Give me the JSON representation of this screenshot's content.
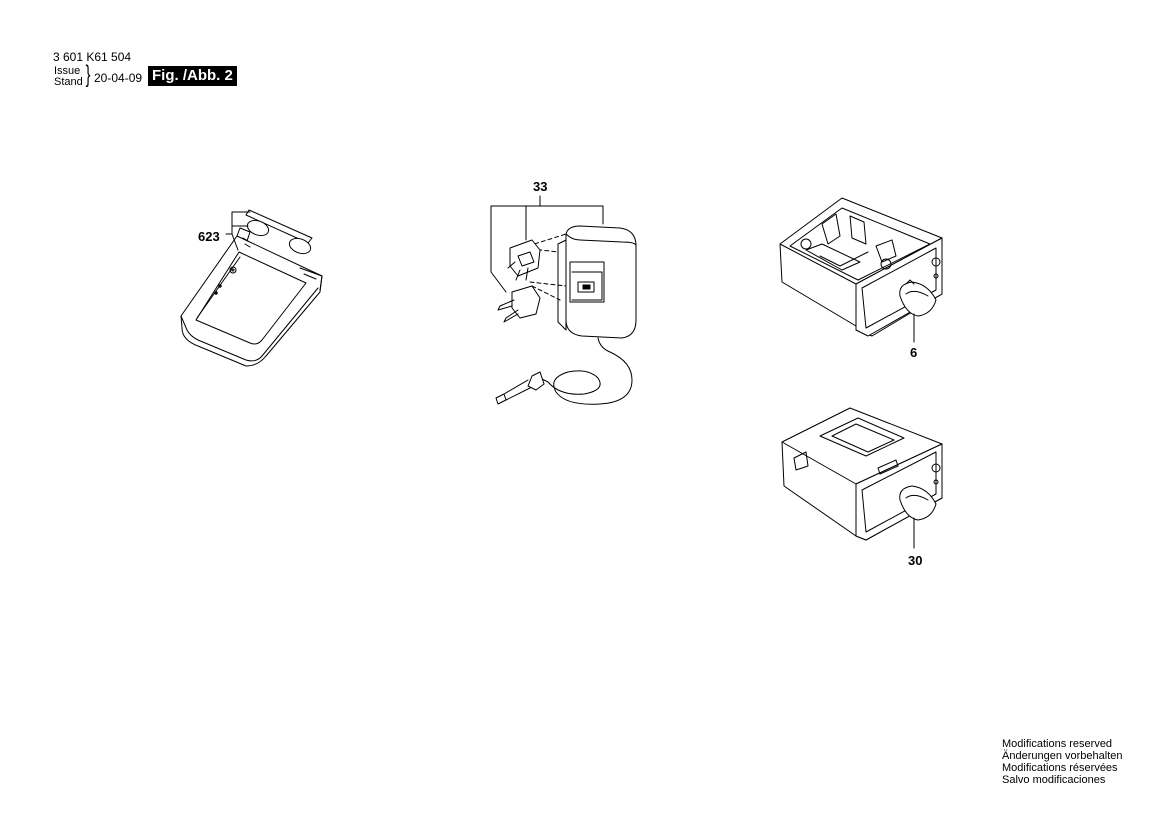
{
  "header": {
    "part_number": "3 601 K61 504",
    "issue_label": "Issue",
    "stand_label": "Stand",
    "date": "20-04-09",
    "figure_label": "Fig. /Abb. 2"
  },
  "callouts": {
    "c623": "623",
    "c33": "33",
    "c6": "6",
    "c30": "30"
  },
  "footer": {
    "lines": [
      "Modifications reserved",
      "Änderungen vorbehalten",
      "Modifications réservées",
      "Salvo modificaciones"
    ]
  }
}
